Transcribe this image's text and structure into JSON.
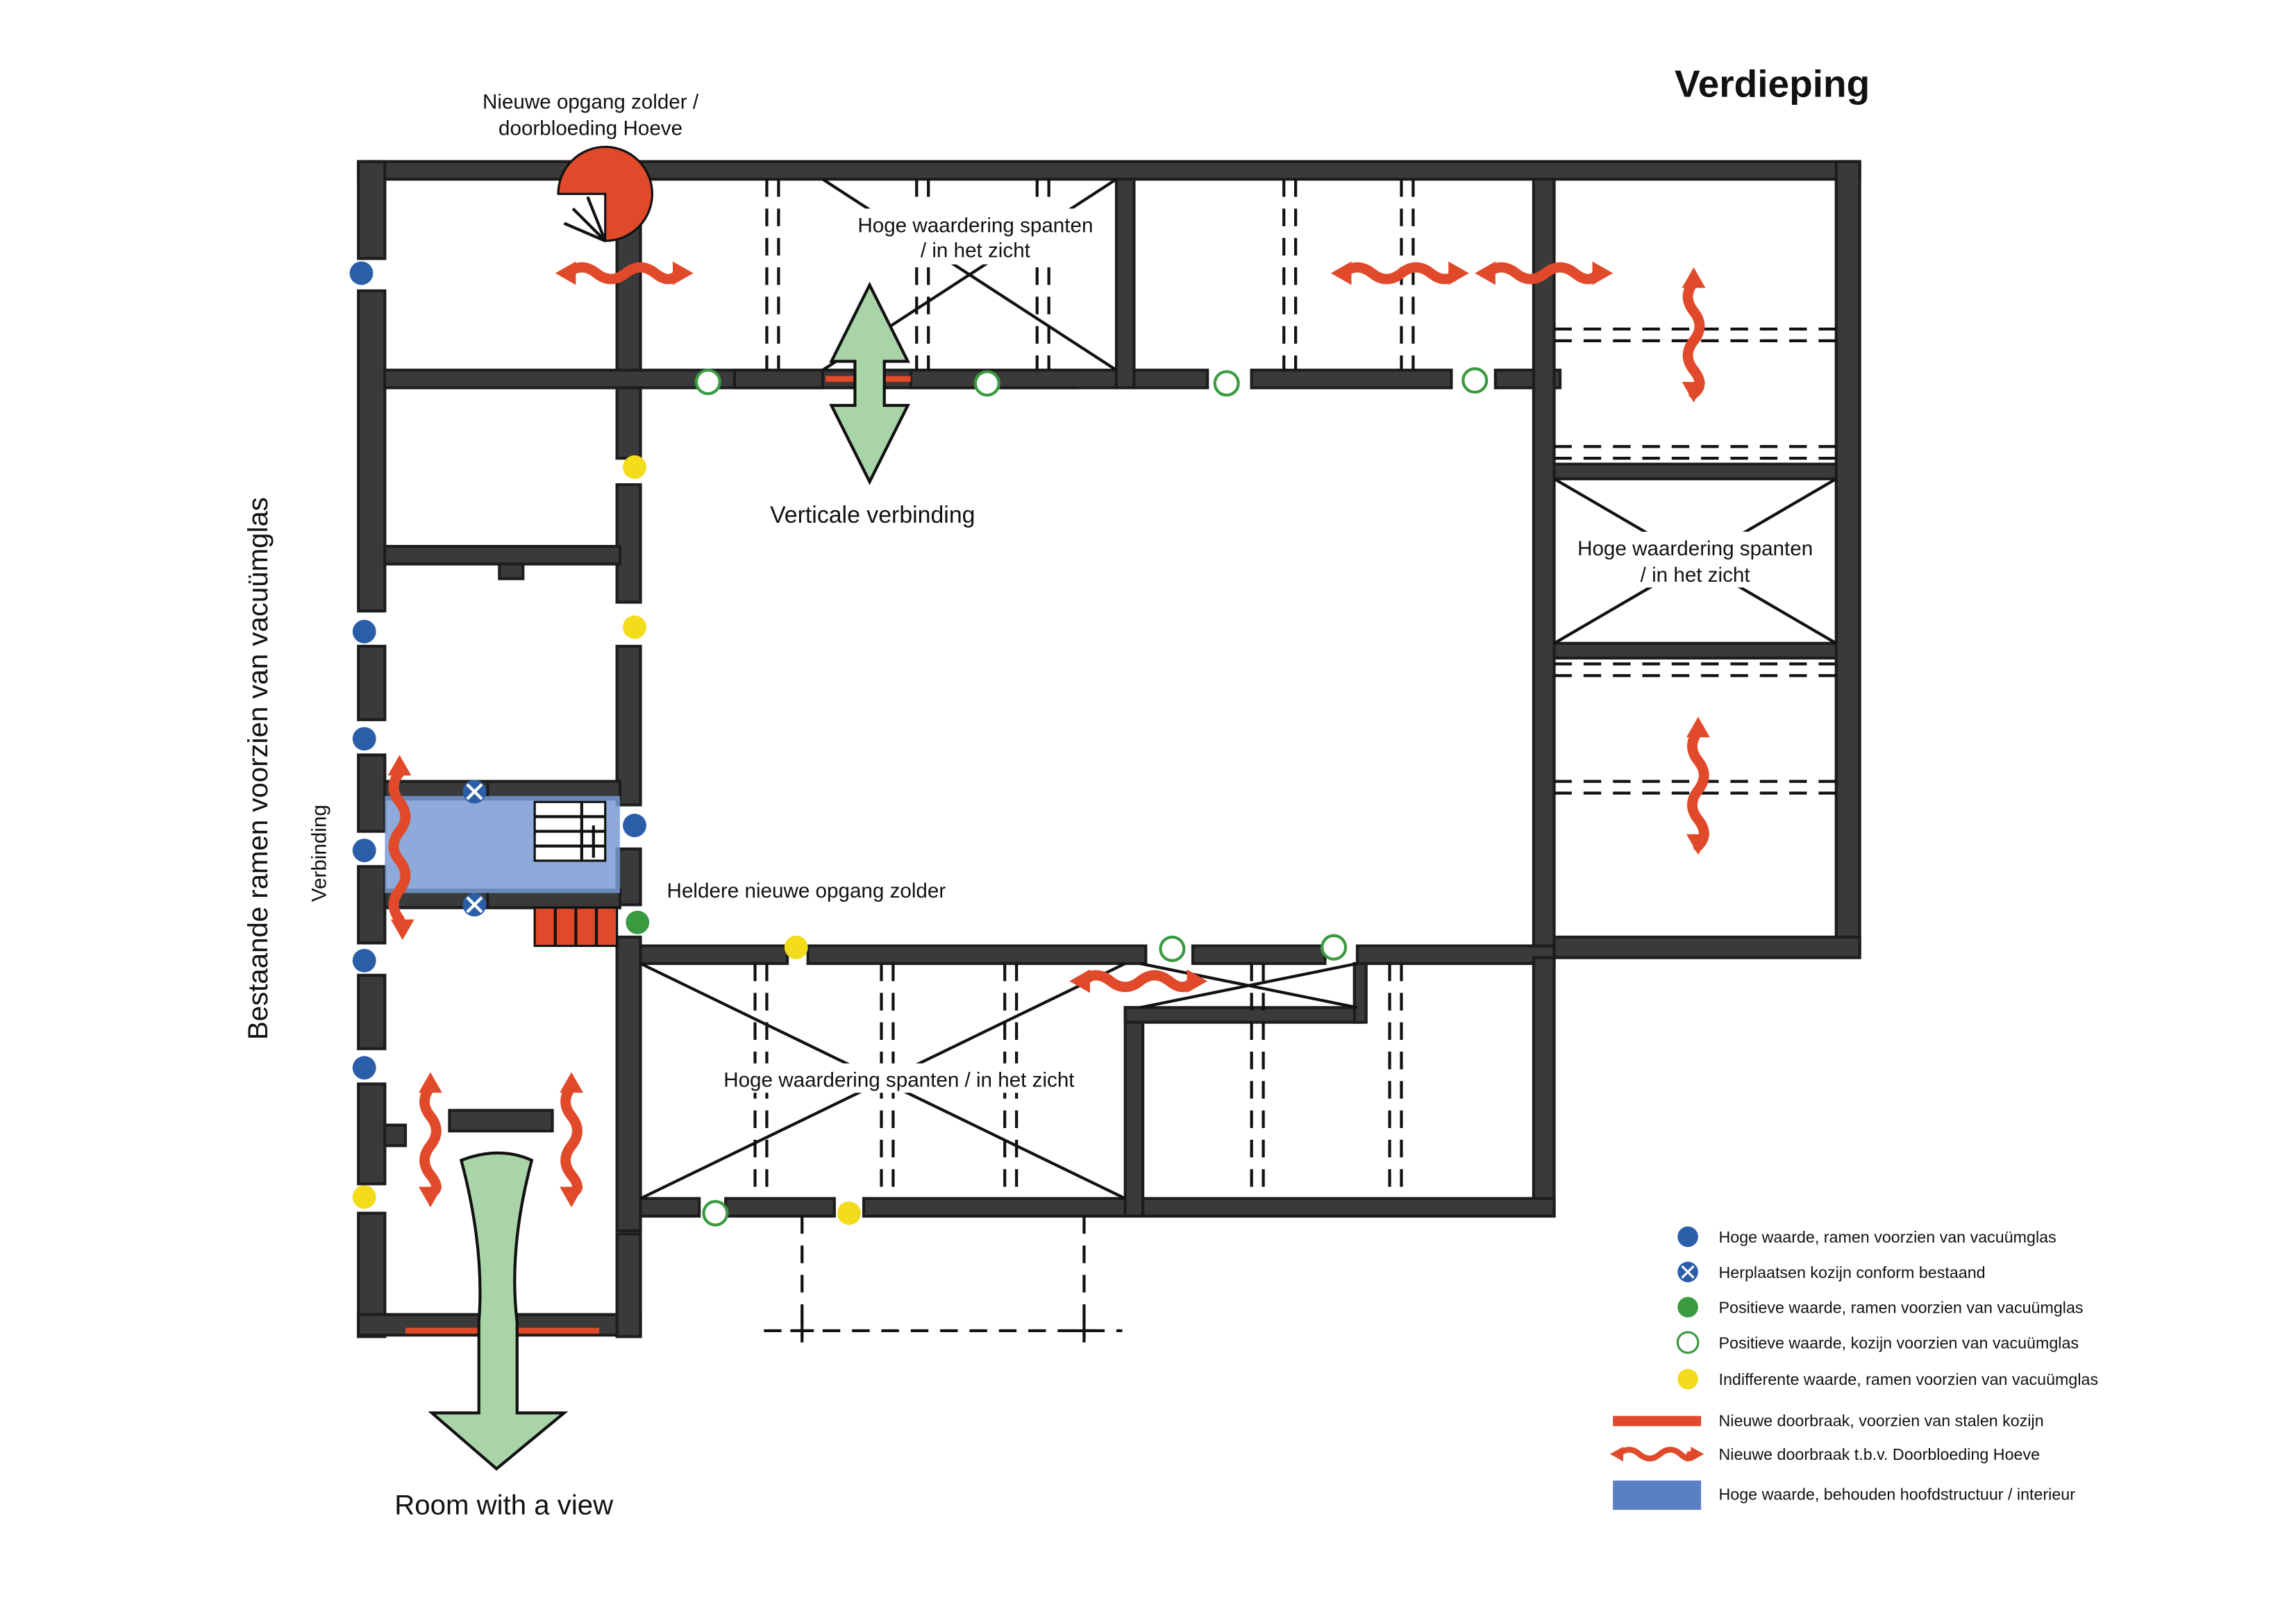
{
  "title": "Verdieping",
  "notes": {
    "attic_stair": "Nieuwe opgang zolder /",
    "attic_stair_2": "doorbloeding Hoeve",
    "rafters_top": "Hoge waardering spanten",
    "rafters_top_2": "/ in het zicht",
    "rafters_right": "Hoge waardering spanten",
    "rafters_right_2": "/ in het zicht",
    "rafters_bottom": "Hoge waardering spanten / in het zicht",
    "vertical_connection": "Verticale verbinding",
    "clear_stair": "Heldere nieuwe opgang zolder",
    "connection": "Verbinding",
    "existing_windows": "Bestaande ramen voorzien van vacuümglas",
    "room_view": "Room with a view"
  },
  "legend": {
    "items": [
      {
        "label": "Hoge waarde, ramen voorzien van vacuümglas",
        "icon": "blue-dot-icon"
      },
      {
        "label": "Herplaatsen kozijn conform bestaand",
        "icon": "blue-cross-dot-icon"
      },
      {
        "label": "Positieve waarde, ramen voorzien van vacuümglas",
        "icon": "green-dot-icon"
      },
      {
        "label": "Positieve waarde, kozijn voorzien van vacuümglas",
        "icon": "green-ring-icon"
      },
      {
        "label": "Indifferente waarde, ramen voorzien van vacuümglas",
        "icon": "yellow-dot-icon"
      },
      {
        "label": "Nieuwe doorbraak, voorzien van stalen kozijn",
        "icon": "red-bar-icon"
      },
      {
        "label": "Nieuwe doorbraak t.b.v. Doorbloeding Hoeve",
        "icon": "red-wave-arrow-icon"
      },
      {
        "label": "Hoge waarde, behouden hoofdstructuur / interieur",
        "icon": "blue-area-icon"
      }
    ]
  },
  "colors": {
    "wall": "#3a3a3a",
    "blue": "#2b5ea8",
    "green": "#3a9a3f",
    "yellow": "#f2dc1b",
    "red": "#e04a2a",
    "light_blue": "#7a9bd3",
    "light_green": "#a8d4a8"
  }
}
